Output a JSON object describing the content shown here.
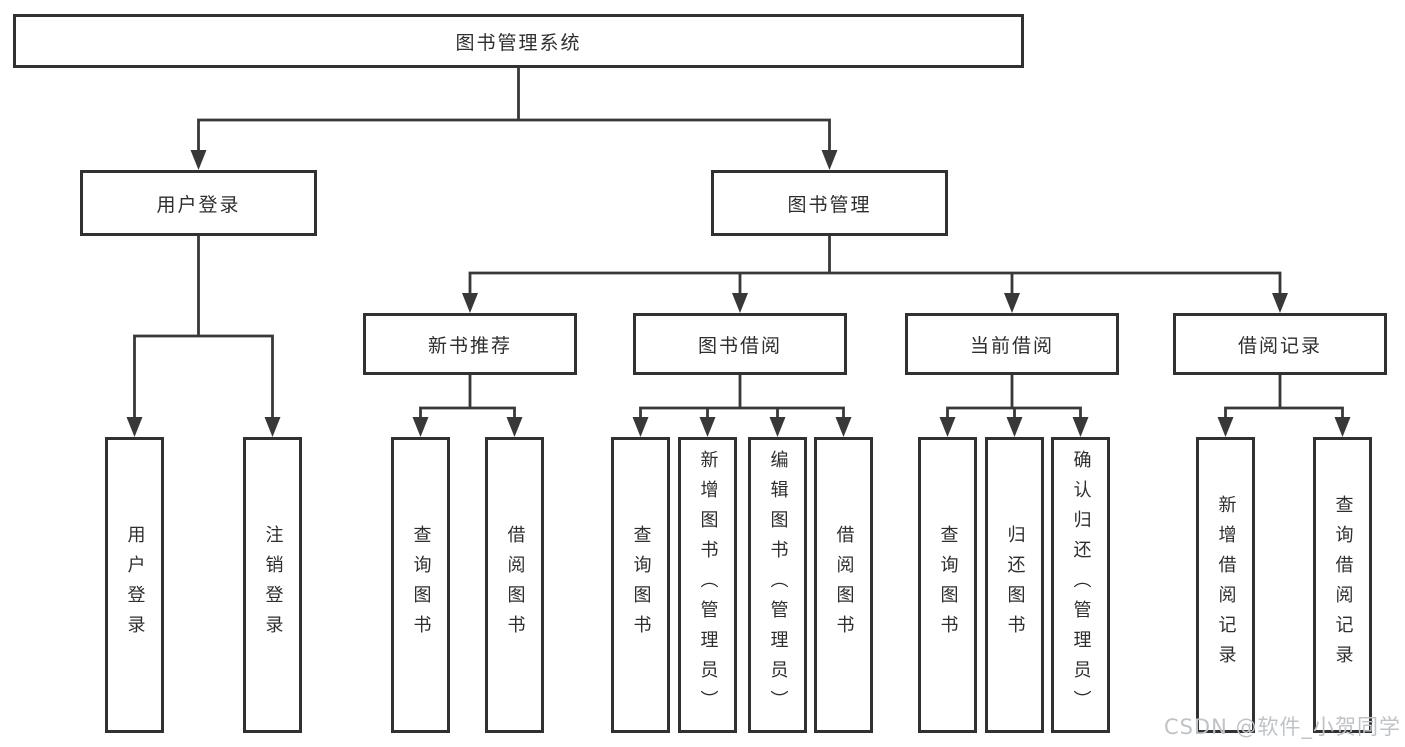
{
  "diagram": {
    "title": "图书管理系统",
    "level2": [
      {
        "label": "用户登录"
      },
      {
        "label": "图书管理"
      }
    ],
    "level3": [
      {
        "label": "新书推荐",
        "parent": "图书管理"
      },
      {
        "label": "图书借阅",
        "parent": "图书管理"
      },
      {
        "label": "当前借阅",
        "parent": "图书管理"
      },
      {
        "label": "借阅记录",
        "parent": "图书管理"
      }
    ],
    "leaves": [
      {
        "label": "用户登录",
        "parent": "用户登录"
      },
      {
        "label": "注销登录",
        "parent": "用户登录"
      },
      {
        "label": "查询图书",
        "parent": "新书推荐"
      },
      {
        "label": "借阅图书",
        "parent": "新书推荐"
      },
      {
        "label": "查询图书",
        "parent": "图书借阅"
      },
      {
        "label": "新增图书（管理员）",
        "parent": "图书借阅"
      },
      {
        "label": "编辑图书（管理员）",
        "parent": "图书借阅"
      },
      {
        "label": "借阅图书",
        "parent": "图书借阅"
      },
      {
        "label": "查询图书",
        "parent": "当前借阅"
      },
      {
        "label": "归还图书",
        "parent": "当前借阅"
      },
      {
        "label": "确认归还（管理员）",
        "parent": "当前借阅"
      },
      {
        "label": "新增借阅记录",
        "parent": "借阅记录"
      },
      {
        "label": "查询借阅记录",
        "parent": "借阅记录"
      }
    ],
    "colors": {
      "line": "#383838",
      "border": "#313131",
      "text": "#2e2e2e",
      "background": "#ffffff"
    }
  },
  "watermark": {
    "text": "CSDN @软件_小贺同学",
    "color": "#bfc3c7"
  }
}
